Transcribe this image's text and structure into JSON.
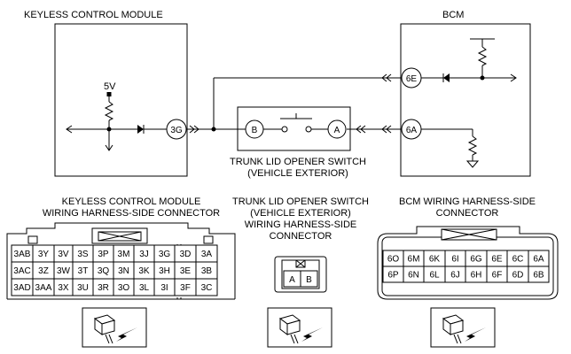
{
  "modules": {
    "keyless": {
      "title": "KEYLESS CONTROL MODULE",
      "supply": "5V",
      "terminal": "3G"
    },
    "bcm": {
      "title": "BCM",
      "terminal_top": "6E",
      "terminal_bottom": "6A"
    }
  },
  "switch": {
    "terminal_left": "B",
    "terminal_right": "A",
    "caption_line1": "TRUNK LID OPENER SWITCH",
    "caption_line2": "(VEHICLE EXTERIOR)"
  },
  "connectors": {
    "keyless": {
      "title_line1": "KEYLESS CONTROL MODULE",
      "title_line2": "WIRING HARNESS-SIDE CONNECTOR",
      "rows": [
        [
          "3AB",
          "3Y",
          "3V",
          "3S",
          "3P",
          "3M",
          "3J",
          "3G",
          "3D",
          "3A"
        ],
        [
          "3AC",
          "3Z",
          "3W",
          "3T",
          "3Q",
          "3N",
          "3K",
          "3H",
          "3E",
          "3B"
        ],
        [
          "3AD",
          "3AA",
          "3X",
          "3U",
          "3R",
          "3O",
          "3L",
          "3I",
          "3F",
          "3C"
        ]
      ]
    },
    "switch": {
      "title_line1": "TRUNK LID OPENER SWITCH",
      "title_line2": "(VEHICLE EXTERIOR)",
      "title_line3": "WIRING HARNESS-SIDE",
      "title_line4": "CONNECTOR",
      "pins": [
        "A",
        "B"
      ]
    },
    "bcm": {
      "title_line1": "BCM WIRING HARNESS-SIDE",
      "title_line2": "CONNECTOR",
      "rows": [
        [
          "6O",
          "6M",
          "6K",
          "6I",
          "6G",
          "6E",
          "6C",
          "6A"
        ],
        [
          "6P",
          "6N",
          "6L",
          "6J",
          "6H",
          "6F",
          "6D",
          "6B"
        ]
      ]
    }
  }
}
